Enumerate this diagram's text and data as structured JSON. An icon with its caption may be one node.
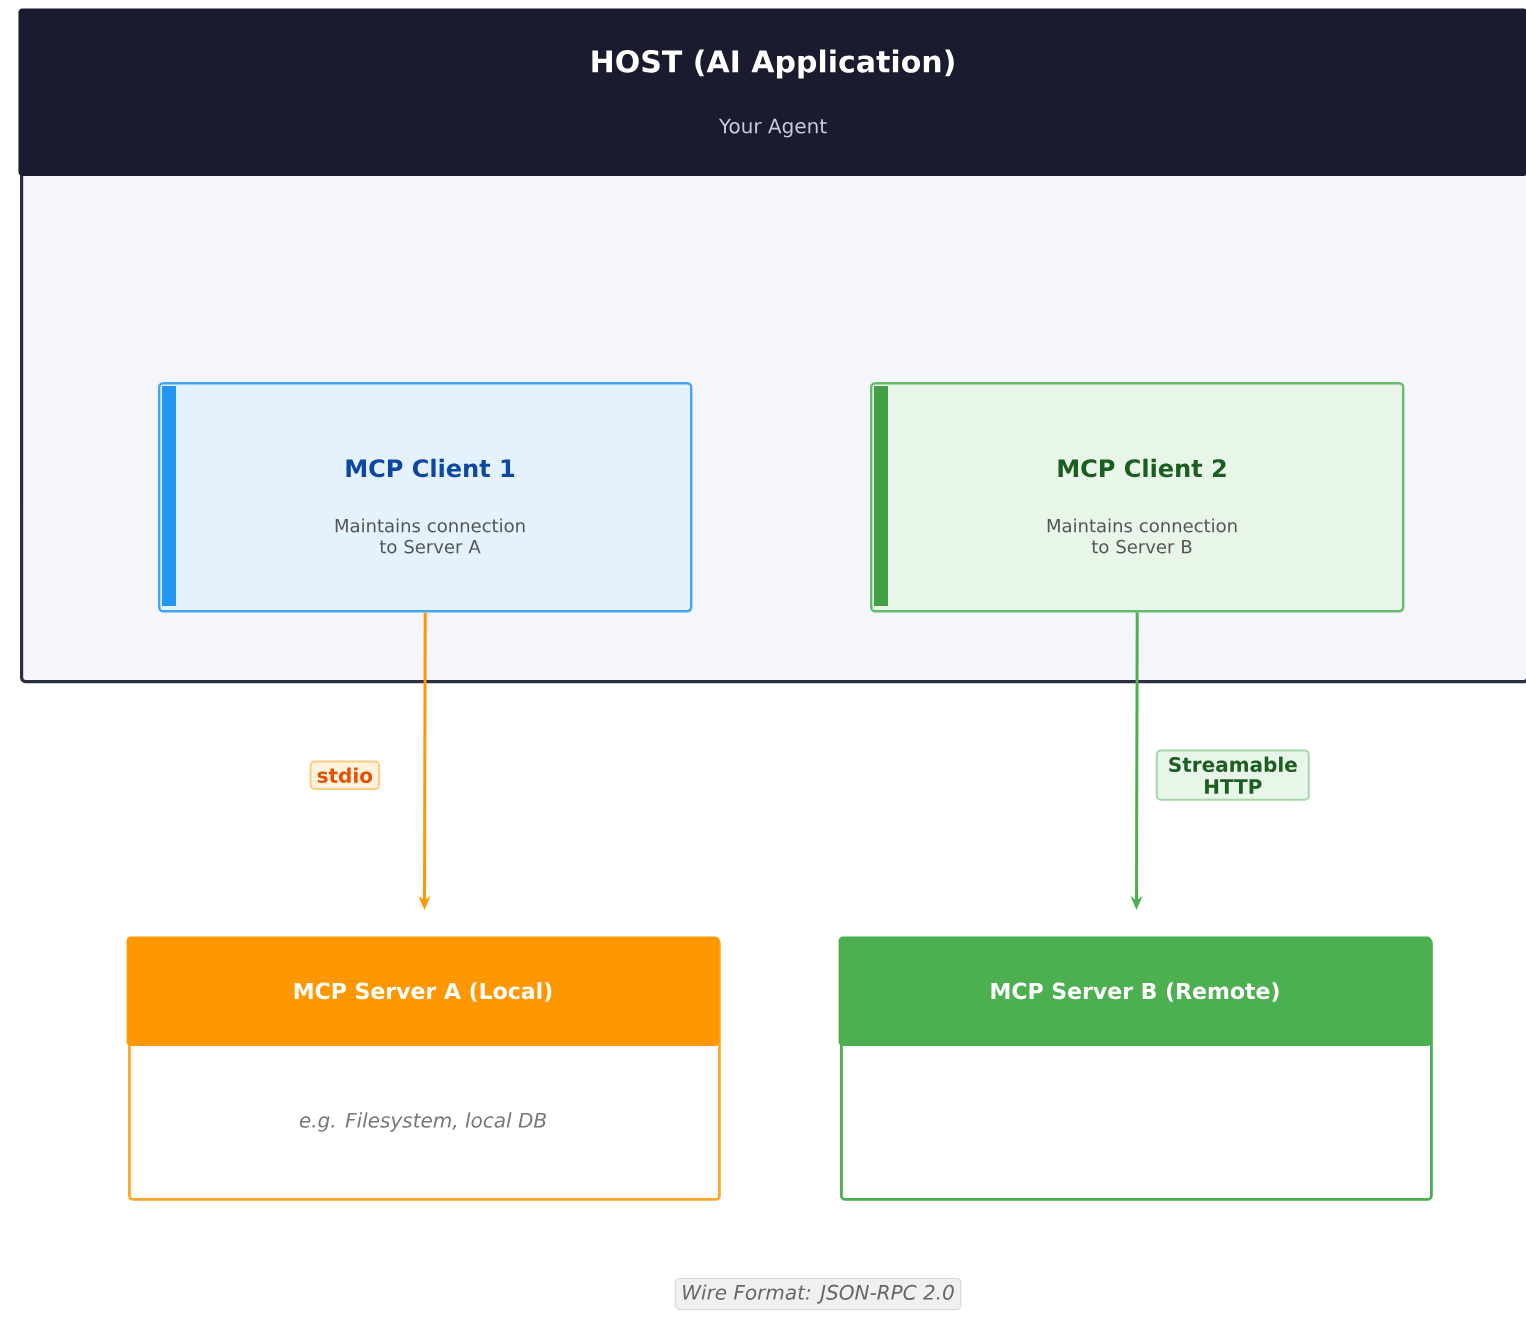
{
  "diagram": {
    "nodes": [
      {
        "text": [
          "HOST  (AI Application)",
          "Your Agent"
        ]
      },
      {
        "text": [
          "MCP Client 1",
          "Maintains connection to Server A"
        ],
        "in": 0
      },
      {
        "text": [
          "MCP Client 2",
          "Maintains connection to Server B"
        ],
        "in": 0
      },
      {
        "text": [
          "MCP Server A  (Local)",
          "e.g. Filesystem, local DB"
        ]
      },
      {
        "text": [
          "MCP Server B  (Remote)"
        ]
      }
    ],
    "edges": [
      {
        "from": 1,
        "to": 3,
        "arrow": "to",
        "label": "stdio",
        "color": "#ff9800"
      },
      {
        "from": 2,
        "to": 4,
        "arrow": "to",
        "label": "Streamable HTTP",
        "color": "#4caf50"
      }
    ],
    "labels": [
      "Wire Format:  JSON-RPC 2.0"
    ]
  }
}
